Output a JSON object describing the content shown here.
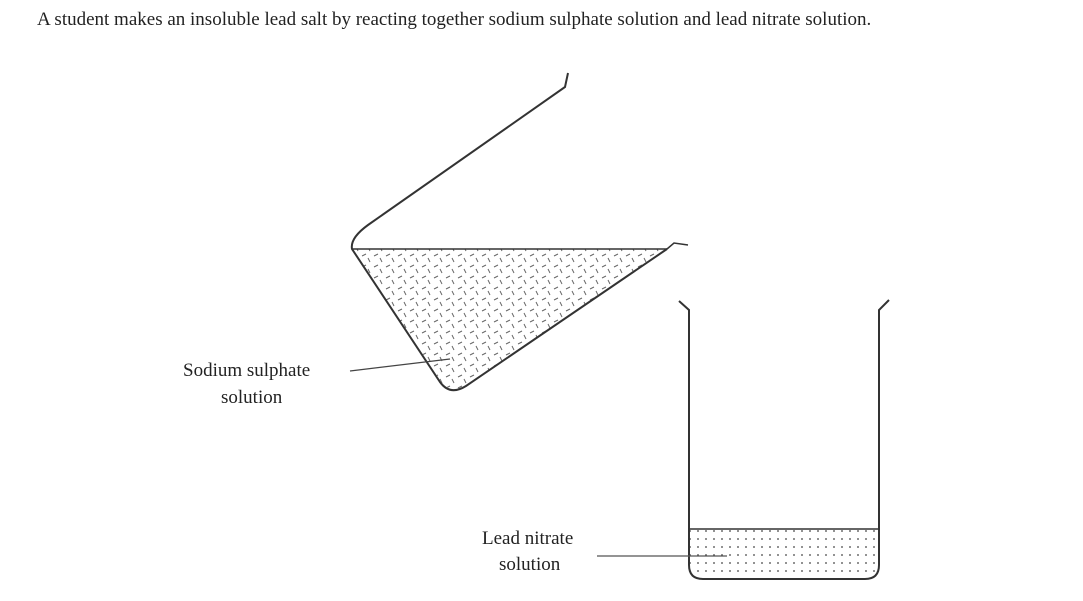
{
  "question": {
    "intro": "A student makes an insoluble lead salt by reacting together sodium sulphate solution and lead nitrate solution."
  },
  "diagram": {
    "labels": {
      "sodium_sulphate_line1": "Sodium sulphate",
      "sodium_sulphate_line2": "solution",
      "lead_nitrate_line1": "Lead nitrate",
      "lead_nitrate_line2": "solution"
    }
  }
}
